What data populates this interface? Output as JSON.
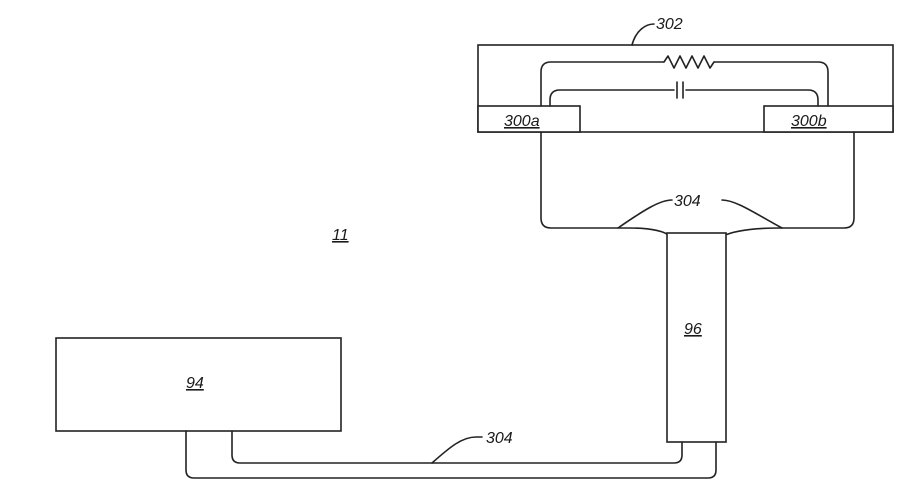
{
  "figure": {
    "labels": {
      "system": "11",
      "housing": "302",
      "electrode_a": "300a",
      "electrode_b": "300b",
      "lead_upper": "304",
      "lead_lower": "304",
      "catheter": "96",
      "controller": "94"
    }
  }
}
